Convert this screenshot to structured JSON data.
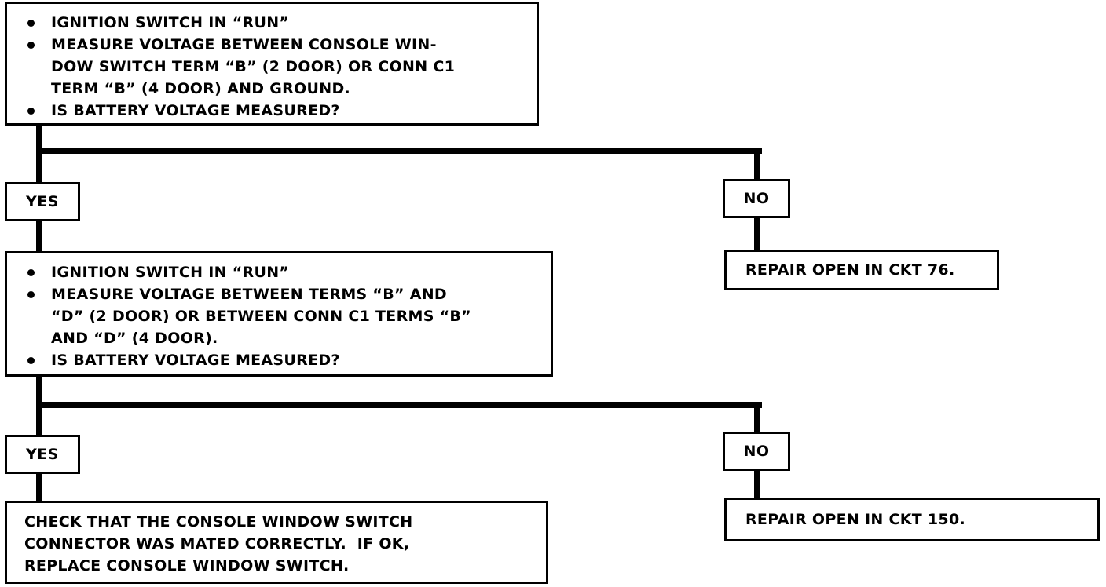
{
  "steps": [
    {
      "bullets": [
        "IGNITION SWITCH IN “RUN”",
        "MEASURE VOLTAGE BETWEEN CONSOLE WIN-\nDOW SWITCH TERM “B” (2 DOOR) OR CONN C1\nTERM “B” (4 DOOR) AND GROUND.",
        "IS BATTERY VOLTAGE MEASURED?"
      ],
      "yes_label": "YES",
      "no_label": "NO",
      "no_action": "REPAIR OPEN IN CKT 76."
    },
    {
      "bullets": [
        "IGNITION SWITCH IN “RUN”",
        "MEASURE VOLTAGE BETWEEN TERMS “B” AND\n“D” (2 DOOR) OR BETWEEN CONN C1 TERMS “B”\nAND “D” (4 DOOR).",
        "IS BATTERY VOLTAGE MEASURED?"
      ],
      "yes_label": "YES",
      "no_label": "NO",
      "no_action": "REPAIR OPEN IN CKT 150."
    }
  ],
  "final_action": "CHECK THAT THE CONSOLE WINDOW SWITCH\nCONNECTOR WAS MATED CORRECTLY.  IF OK,\nREPLACE CONSOLE WINDOW SWITCH."
}
